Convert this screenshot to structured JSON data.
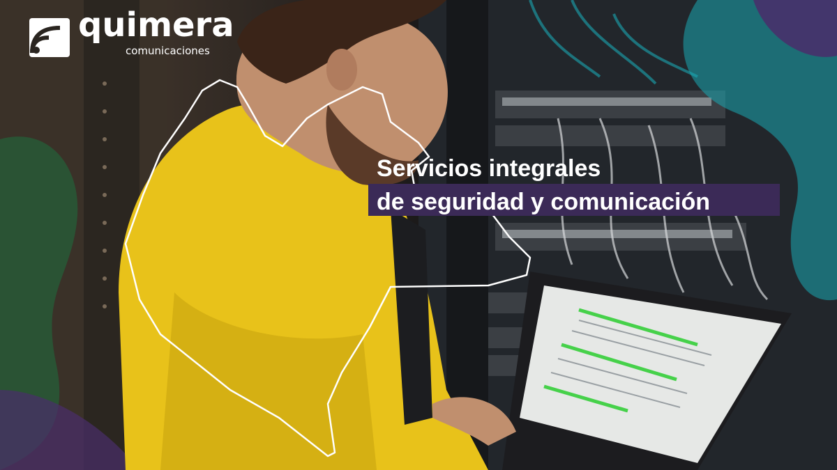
{
  "brand": {
    "name": "quimera",
    "subtitle": "comunicaciones"
  },
  "headline": {
    "line1": "Servicios integrales",
    "line2": "de seguridad y comunicación"
  },
  "colors": {
    "jacket": "#e8c21a",
    "headline_bg": "#3b2a57",
    "teal": "#1aa7b3",
    "purple": "#4a2d6b",
    "green": "#1f6b3c",
    "screen_green": "#46d14a"
  },
  "icons": {
    "logo_mark": "wifi-signal-icon"
  }
}
